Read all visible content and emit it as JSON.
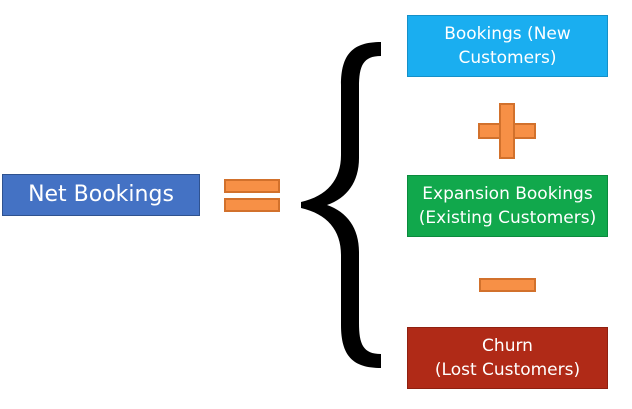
{
  "net_bookings": {
    "label": "Net Bookings"
  },
  "new_bookings": {
    "line1": "Bookings (New",
    "line2": "Customers)"
  },
  "expansion_bookings": {
    "line1": "Expansion Bookings",
    "line2": "(Existing Customers)"
  },
  "churn": {
    "line1": "Churn",
    "line2": "(Lost Customers)"
  },
  "operators": {
    "equals": "equals-sign-icon",
    "plus": "plus-sign-icon",
    "minus": "minus-sign-icon",
    "brace": "left-curly-brace-icon"
  },
  "colors": {
    "net": "#4472c4",
    "new": "#1aaef0",
    "expansion": "#11a84c",
    "churn": "#b02a17",
    "operator": "#f79046",
    "brace": "#000000"
  }
}
